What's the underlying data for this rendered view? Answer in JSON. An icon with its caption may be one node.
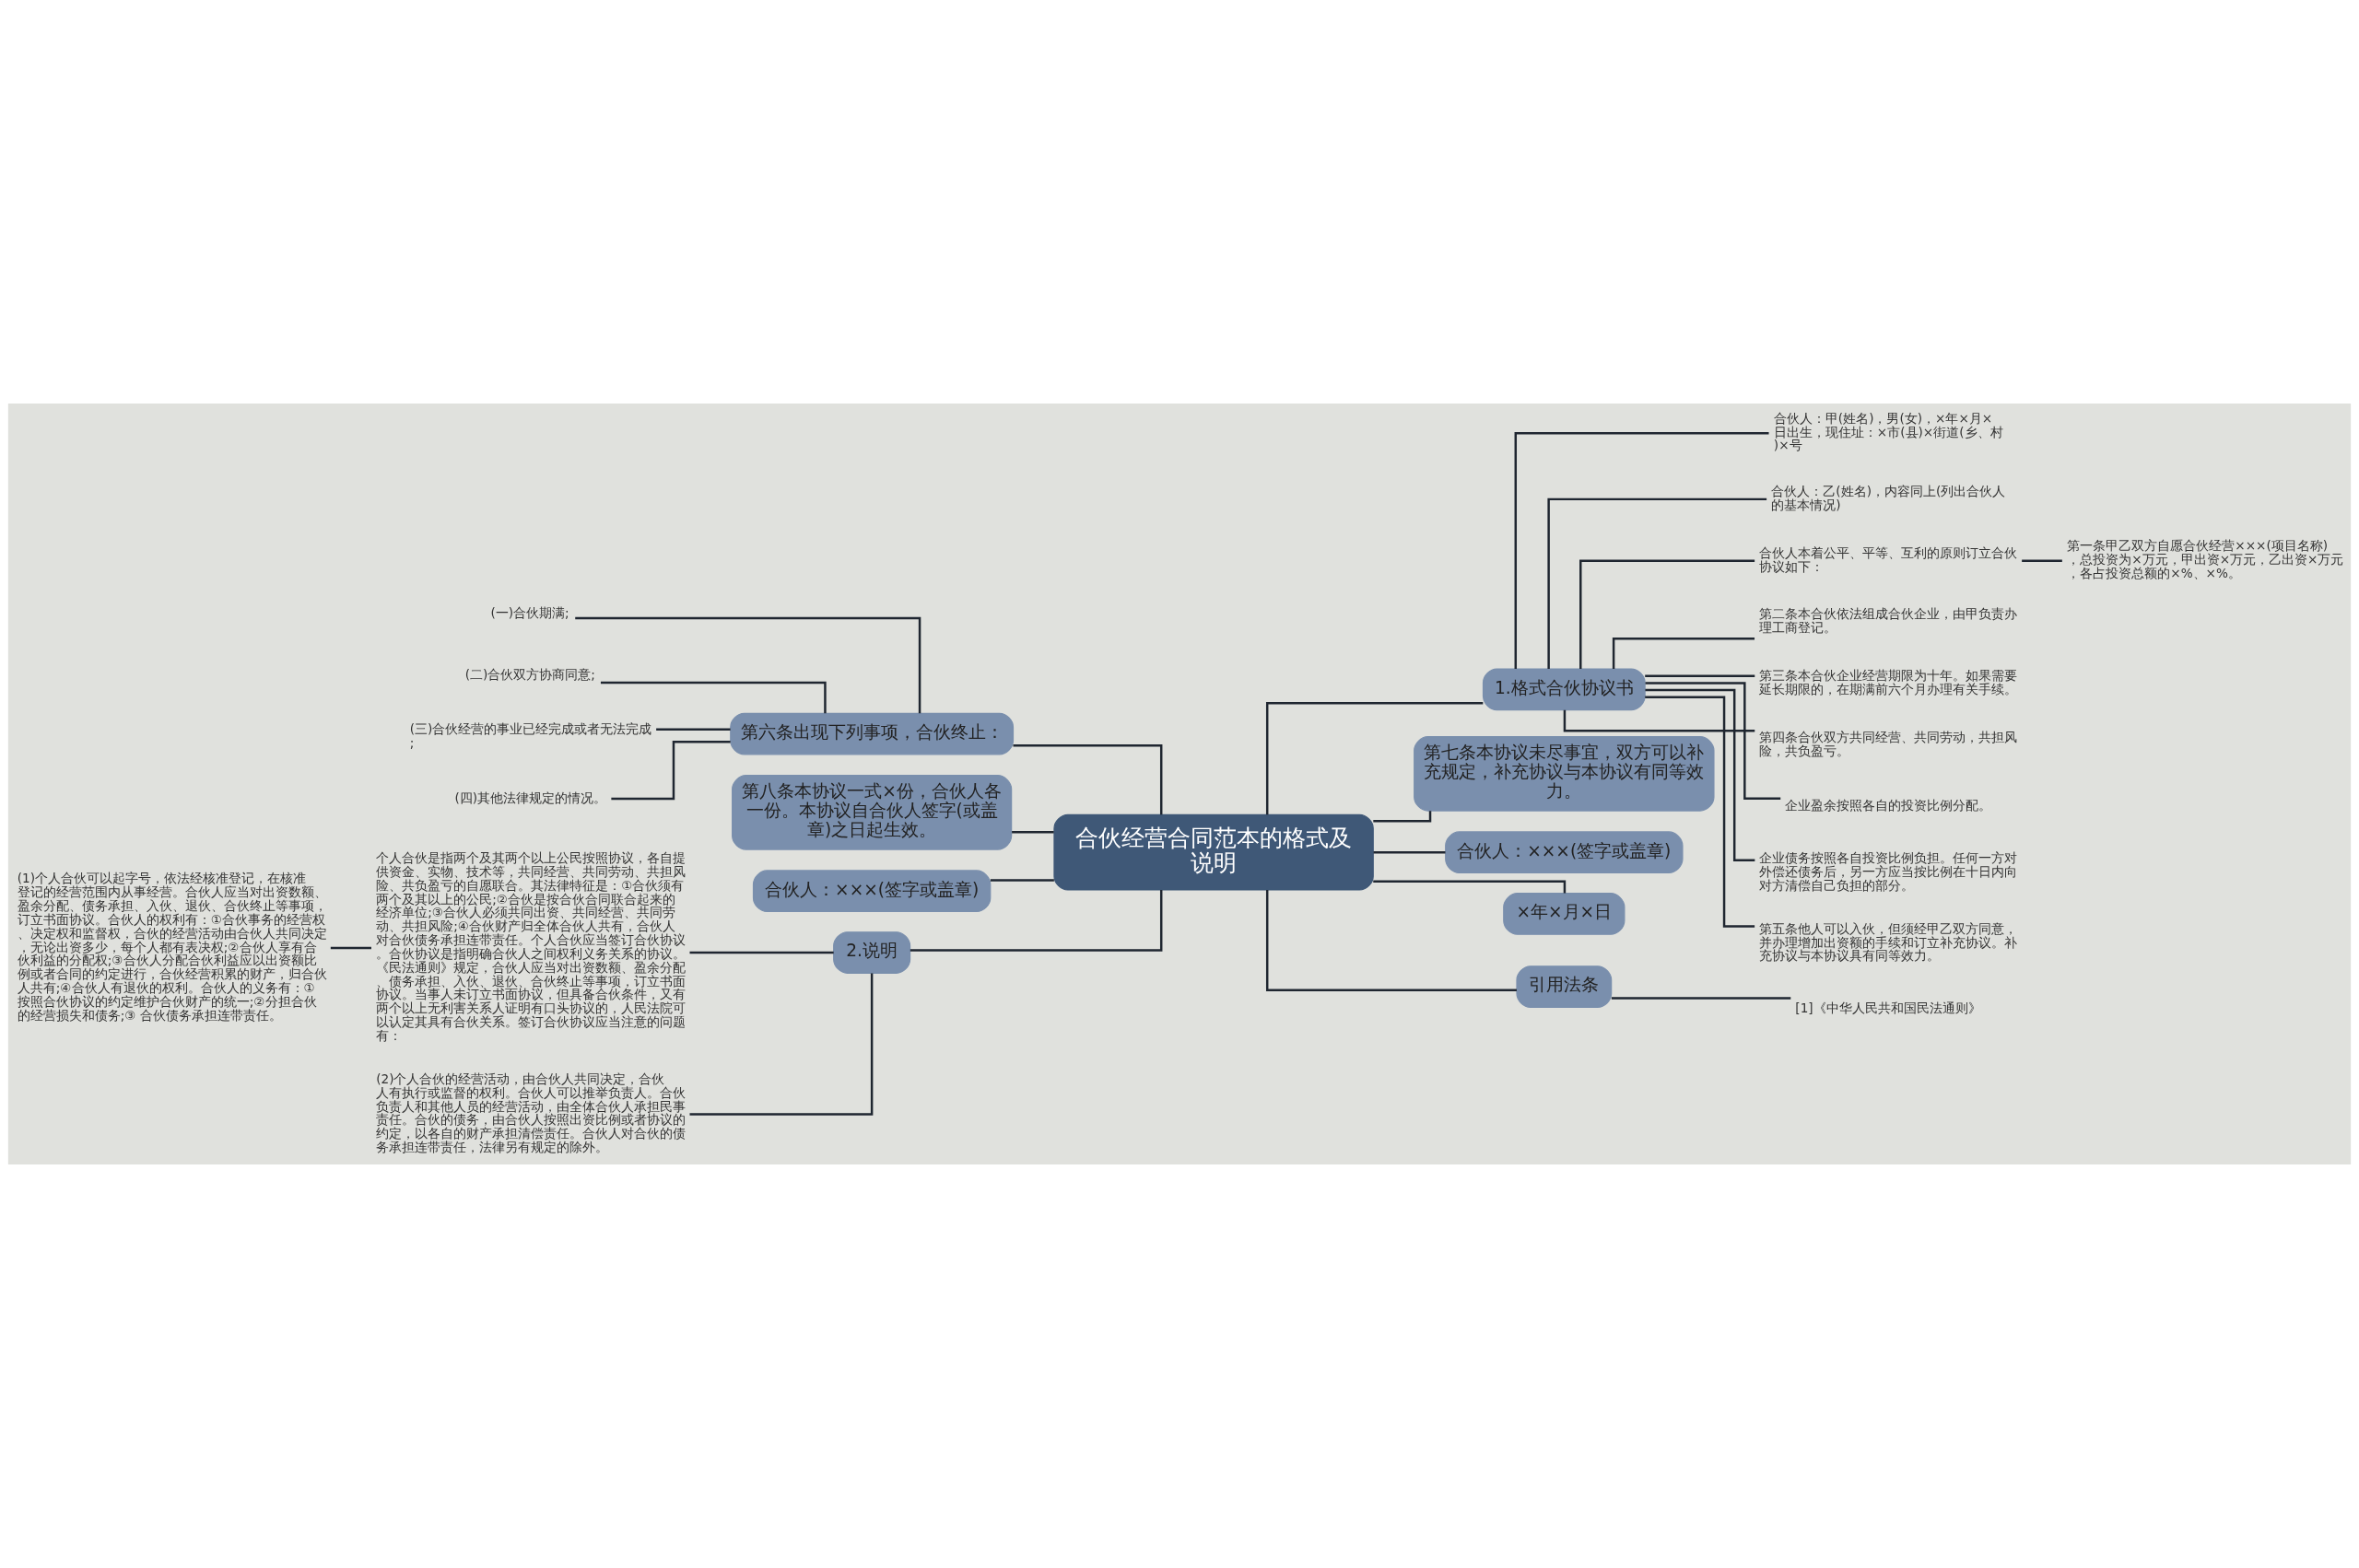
{
  "diagram": {
    "nodes": [
      {
        "text": [
          "合伙经营合同范本的格式及说明"
        ]
      },
      {
        "text": [
          "1.格式合伙协议书"
        ]
      },
      {
        "text": [
          "合伙人：甲(姓名)，男(女)，×年×月×日出生，现住址：×市(县)×街道(乡、村)×号"
        ]
      },
      {
        "text": [
          "合伙人：乙(姓名)，内容同上(列出合伙人的基本情况)"
        ]
      },
      {
        "text": [
          "合伙人本着公平、平等、互利的原则订立合伙协议如下："
        ]
      },
      {
        "text": [
          "第一条甲乙双方自愿合伙经营×××(项目名称)，总投资为×万元，甲出资×万元，乙出资×万元，各占投资总额的×%、×%。"
        ]
      },
      {
        "text": [
          "第二条本合伙依法组成合伙企业，由甲负责办理工商登记。"
        ]
      },
      {
        "text": [
          "第三条本合伙企业经营期限为十年。如果需要延长期限的，在期满前六个月办理有关手续。"
        ]
      },
      {
        "text": [
          "第四条合伙双方共同经营、共同劳动，共担风险，共负盈亏。"
        ]
      },
      {
        "text": [
          "企业盈余按照各自的投资比例分配。"
        ]
      },
      {
        "text": [
          "企业债务按照各自投资比例负担。任何一方对外偿还债务后，另一方应当按比例在十日内向对方清偿自己负担的部分。"
        ]
      },
      {
        "text": [
          "第五条他人可以入伙，但须经甲乙双方同意，并办理增加出资额的手续和订立补充协议。补充协议与本协议具有同等效力。"
        ]
      },
      {
        "text": [
          "第七条本协议未尽事宜，双方可以补充规定，补充协议与本协议有同等效力。"
        ]
      },
      {
        "text": [
          "合伙人：×××(签字或盖章)"
        ]
      },
      {
        "text": [
          "×年×月×日"
        ]
      },
      {
        "text": [
          "引用法条"
        ]
      },
      {
        "text": [
          "[1]《中华人民共和国民法通则》"
        ]
      },
      {
        "text": [
          "第六条出现下列事项，合伙终止："
        ]
      },
      {
        "text": [
          "(一)合伙期满;"
        ]
      },
      {
        "text": [
          "(二)合伙双方协商同意;"
        ]
      },
      {
        "text": [
          "(三)合伙经营的事业已经完成或者无法完成;"
        ]
      },
      {
        "text": [
          "(四)其他法律规定的情况。"
        ]
      },
      {
        "text": [
          "第八条本协议一式×份，合伙人各一份。本协议自合伙人签字(或盖章)之日起生效。"
        ]
      },
      {
        "text": [
          "合伙人：×××(签字或盖章)"
        ]
      },
      {
        "text": [
          "2.说明"
        ]
      },
      {
        "text": [
          "个人合伙是指两个及其两个以上公民按照协议，各自提供资金、实物、技术等，共同经营、共同劳动、共担风险、共负盈亏的自愿联合。其法律特征是：①合伙须有两个及其以上的公民;②合伙是按合伙合同联合起来的经济单位;③合伙人必须共同出资、共同经营、共同劳动、共担风险;④合伙财产归全体合伙人共有，合伙人对合伙债务承担连带责任。个人合伙应当签订合伙协议。合伙协议是指明确合伙人之间权利义务关系的协议。《民法通则》规定，合伙人应当对出资数额、盈余分配、债务承担、入伙、退伙、合伙终止等事项，订立书面协议。当事人未订立书面协议，但具备合伙条件，又有两个以上无利害关系人证明有口头协议的，人民法院可以认定其具有合伙关系。签订合伙协议应当注意的问题有："
        ]
      },
      {
        "text": [
          "(1)个人合伙可以起字号，依法经核准登记，在核准登记的经营范围内从事经营。合伙人应当对出资数额、盈余分配、债务承担、入伙、退伙、合伙终止等事项，订立书面协议。合伙人的权利有：①合伙事务的经营权、决定权和监督权，合伙的经营活动由合伙人共同决定，无论出资多少，每个人都有表决权;②合伙人享有合伙利益的分配权;③合伙人分配合伙利益应以出资额比例或者合同的约定进行，合伙经营积累的财产，归合伙人共有;④合伙人有退伙的权利。合伙人的义务有：①按照合伙协议的约定维护合伙财产的统一;②分担合伙的经营损失和债务;③ 合伙债务承担连带责任。"
        ]
      },
      {
        "text": [
          "(2)个人合伙的经营活动，由合伙人共同决定，合伙人有执行或监督的权利。合伙人可以推举负责人。合伙负责人和其他人员的经营活动，由全体合伙人承担民事责任。合伙的债务，由合伙人按照出资比例或者协议的约定，以各自的财产承担清偿责任。合伙人对合伙的债务承担连带责任，法律另有规定的除外。"
        ]
      }
    ],
    "edges": [
      {
        "from": 0,
        "to": 1,
        "arrow": "none"
      },
      {
        "from": 1,
        "to": 2,
        "arrow": "none"
      },
      {
        "from": 1,
        "to": 3,
        "arrow": "none"
      },
      {
        "from": 1,
        "to": 4,
        "arrow": "none"
      },
      {
        "from": 4,
        "to": 5,
        "arrow": "none"
      },
      {
        "from": 1,
        "to": 6,
        "arrow": "none"
      },
      {
        "from": 1,
        "to": 7,
        "arrow": "none"
      },
      {
        "from": 1,
        "to": 8,
        "arrow": "none"
      },
      {
        "from": 1,
        "to": 9,
        "arrow": "none"
      },
      {
        "from": 1,
        "to": 10,
        "arrow": "none"
      },
      {
        "from": 1,
        "to": 11,
        "arrow": "none"
      },
      {
        "from": 0,
        "to": 12,
        "arrow": "none"
      },
      {
        "from": 0,
        "to": 13,
        "arrow": "none"
      },
      {
        "from": 0,
        "to": 14,
        "arrow": "none"
      },
      {
        "from": 0,
        "to": 15,
        "arrow": "none"
      },
      {
        "from": 15,
        "to": 16,
        "arrow": "none"
      },
      {
        "from": 0,
        "to": 17,
        "arrow": "none"
      },
      {
        "from": 17,
        "to": 18,
        "arrow": "none"
      },
      {
        "from": 17,
        "to": 19,
        "arrow": "none"
      },
      {
        "from": 17,
        "to": 20,
        "arrow": "none"
      },
      {
        "from": 17,
        "to": 21,
        "arrow": "none"
      },
      {
        "from": 0,
        "to": 22,
        "arrow": "none"
      },
      {
        "from": 0,
        "to": 23,
        "arrow": "none"
      },
      {
        "from": 0,
        "to": 24,
        "arrow": "none"
      },
      {
        "from": 24,
        "to": 25,
        "arrow": "none"
      },
      {
        "from": 25,
        "to": 26,
        "arrow": "none"
      },
      {
        "from": 24,
        "to": 27,
        "arrow": "none"
      }
    ]
  }
}
